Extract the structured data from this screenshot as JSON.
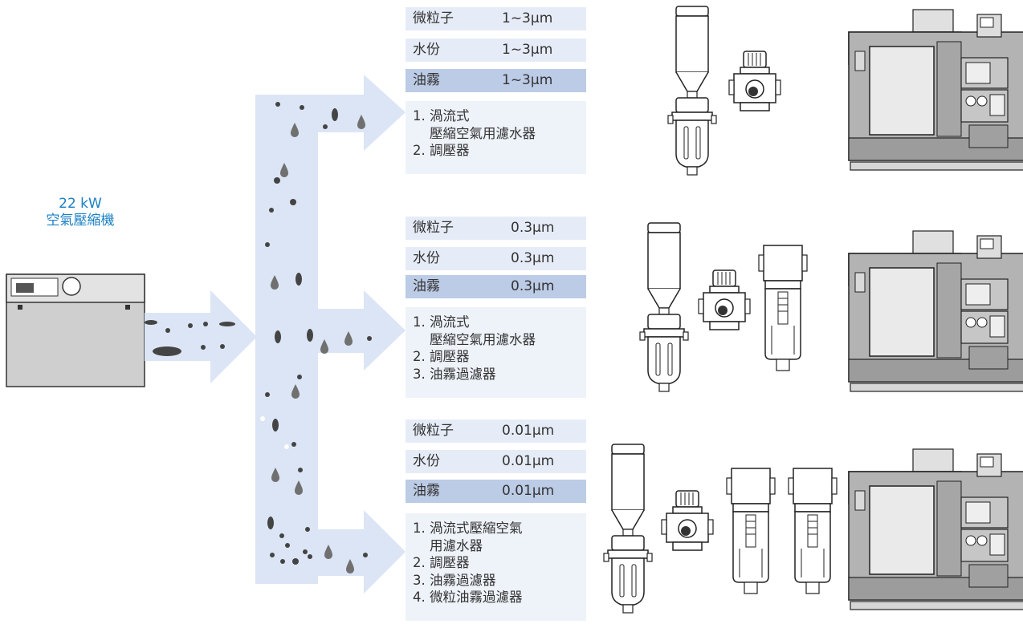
{
  "compressor": {
    "power": "22 kW",
    "name": "空氣壓縮機"
  },
  "branches": [
    {
      "specs": [
        {
          "label": "微粒子",
          "value": "1~3μm"
        },
        {
          "label": "水份",
          "value": "1~3μm"
        },
        {
          "label": "油霧",
          "value": "1~3μm"
        }
      ],
      "components": [
        "1. 渦流式",
        "壓縮空氣用濾水器",
        "2. 調壓器"
      ]
    },
    {
      "specs": [
        {
          "label": "微粒子",
          "value": "0.3μm"
        },
        {
          "label": "水份",
          "value": "0.3μm"
        },
        {
          "label": "油霧",
          "value": "0.3μm"
        }
      ],
      "components": [
        "1. 渦流式",
        "壓縮空氣用濾水器",
        "2. 調壓器",
        "3. 油霧過濾器"
      ]
    },
    {
      "specs": [
        {
          "label": "微粒子",
          "value": "0.01μm"
        },
        {
          "label": "水份",
          "value": "0.01μm"
        },
        {
          "label": "油霧",
          "value": "0.01μm"
        }
      ],
      "components": [
        "1. 渦流式壓縮空氣",
        "用濾水器",
        "2. 調壓器",
        "3. 油霧過濾器",
        "4. 微粒油霧過濾器"
      ]
    }
  ],
  "colors": {
    "flow": "#dbe5f5",
    "spec_light": "#e6ecf7",
    "spec_dark": "#bccbe6",
    "accent": "#1a7fc4"
  }
}
